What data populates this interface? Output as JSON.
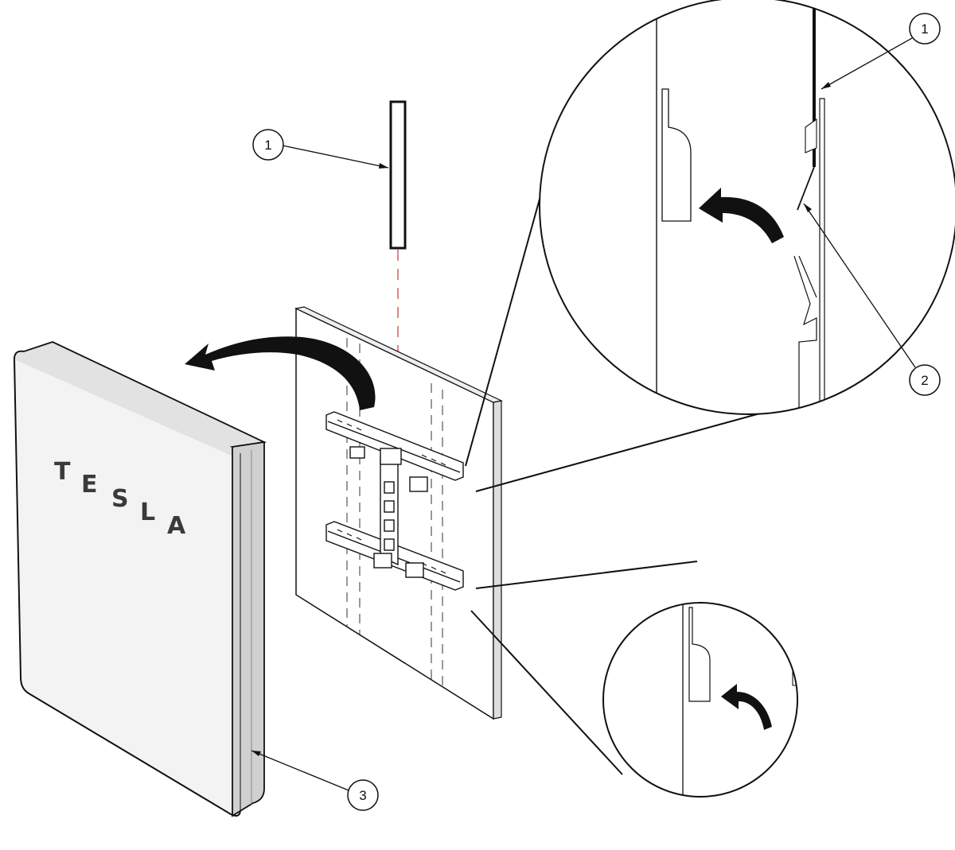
{
  "brand": {
    "letters": [
      "T",
      "E",
      "S",
      "L",
      "A"
    ]
  },
  "callouts": [
    {
      "id": "callout-1-top",
      "label": "1"
    },
    {
      "id": "callout-1-detail",
      "label": "1"
    },
    {
      "id": "callout-2",
      "label": "2"
    },
    {
      "id": "callout-3",
      "label": "3"
    }
  ],
  "colors": {
    "line": "#111111",
    "panel": "#f2f2f2",
    "panel_side": "#cfcfcf",
    "arrow": "#111111",
    "guide": "#d64545",
    "dash": "#333333"
  }
}
